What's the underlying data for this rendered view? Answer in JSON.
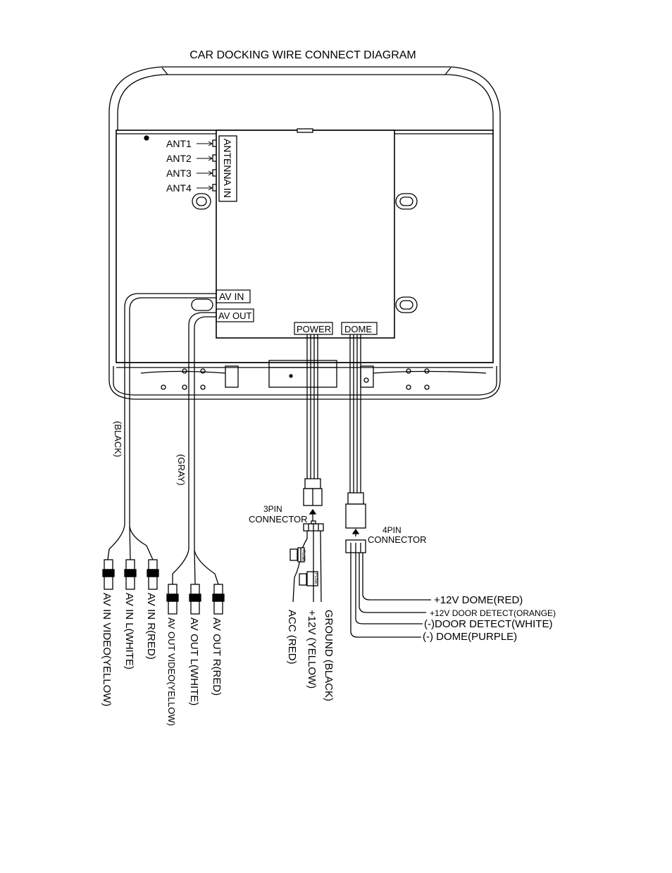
{
  "title": "CAR DOCKING WIRE CONNECT DIAGRAM",
  "antennas": [
    "ANT1",
    "ANT2",
    "ANT3",
    "ANT4"
  ],
  "antenna_label": "ANTENNA IN",
  "ports": {
    "av_in": "AV IN",
    "av_out": "AV OUT",
    "power": "POWER",
    "dome": "DOME"
  },
  "cables": {
    "black": "(BLACK)",
    "gray": "(GRAY)"
  },
  "connectors": {
    "pin3_line1": "3PIN",
    "pin3_line2": "CONNECTOR",
    "pin4_line1": "4PIN",
    "pin4_line2": "CONNECTOR",
    "fuse": "FUSE"
  },
  "av_in_plugs": [
    "AV IN VIDEO(YELLOW)",
    "AV IN L(WHITE)",
    "AV IN R(RED)"
  ],
  "av_out_plugs": [
    "AV OUT VIDEO(YELLOW)",
    "AV OUT L(WHITE)",
    "AV OUT R(RED)"
  ],
  "power_wires": [
    "ACC (RED)",
    "+12V (YELLOW)",
    "GROUND (BLACK)"
  ],
  "dome_wires": [
    "+12V DOME(RED)",
    "+12V DOOR DETECT(ORANGE)",
    "(-)DOOR DETECT(WHITE)",
    "(-) DOME(PURPLE)"
  ]
}
